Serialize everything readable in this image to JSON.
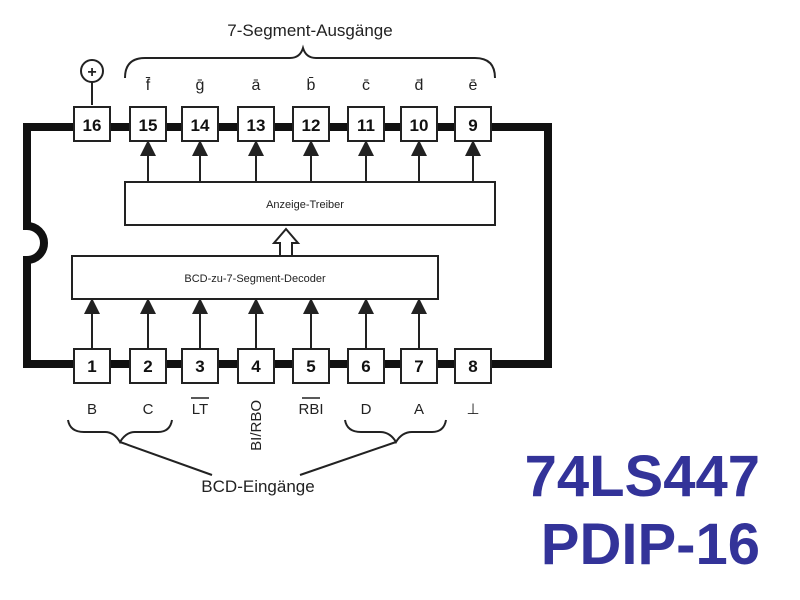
{
  "title_top": "7-Segment-Ausgänge",
  "title_bottom": "BCD-Eingänge",
  "supply_symbol": "+",
  "block_driver": "Anzeige-Treiber",
  "block_decoder": "BCD-zu-7-Segment-Decoder",
  "top_pins": [
    {
      "num": "16",
      "label": ""
    },
    {
      "num": "15",
      "label": "f̄"
    },
    {
      "num": "14",
      "label": "ḡ"
    },
    {
      "num": "13",
      "label": "ā"
    },
    {
      "num": "12",
      "label": "b̄"
    },
    {
      "num": "11",
      "label": "c̄"
    },
    {
      "num": "10",
      "label": "d̄"
    },
    {
      "num": "9",
      "label": "ē"
    }
  ],
  "bottom_pins": [
    {
      "num": "1",
      "label": "B"
    },
    {
      "num": "2",
      "label": "C"
    },
    {
      "num": "3",
      "label": "LT"
    },
    {
      "num": "4",
      "label": "BI/RBO"
    },
    {
      "num": "5",
      "label": "RBI"
    },
    {
      "num": "6",
      "label": "D"
    },
    {
      "num": "7",
      "label": "A"
    },
    {
      "num": "8",
      "label": "⊥"
    }
  ],
  "part_number": "74LS447",
  "package": "PDIP-16"
}
